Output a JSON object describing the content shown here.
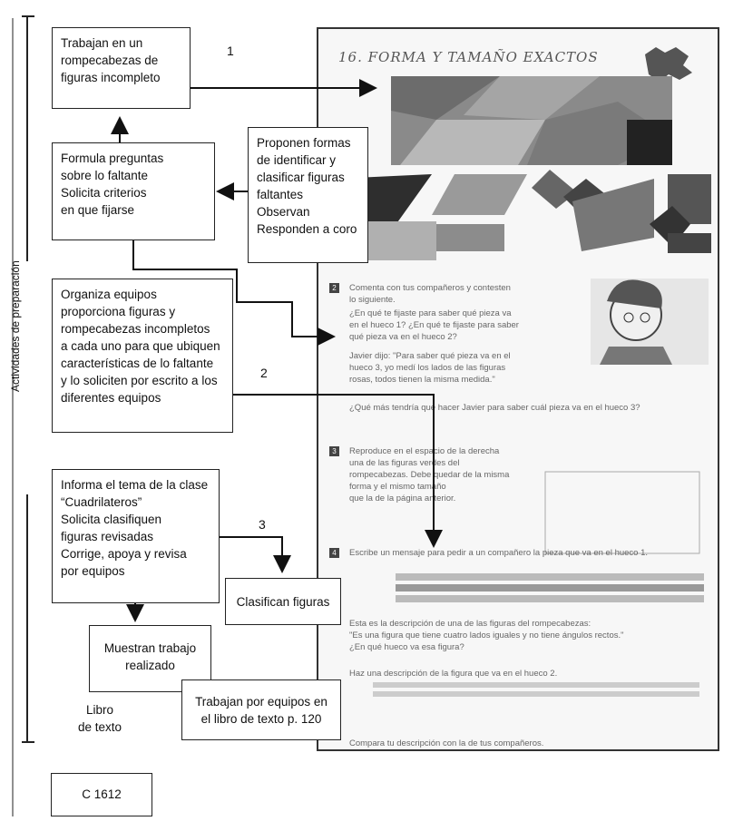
{
  "side_label": "Actividades de preparación",
  "boxes": {
    "puzzle": [
      "Trabajan en un",
      "rompecabezas de",
      "figuras incompleto"
    ],
    "formula": [
      "Formula preguntas",
      "sobre lo faltante",
      "Solicita criterios",
      "en que fijarse"
    ],
    "proponen": [
      "Proponen formas",
      "de identificar y",
      "clasificar figuras",
      "faltantes",
      "Observan",
      "Responden a coro"
    ],
    "organiza": [
      "Organiza equipos",
      "proporciona figuras y",
      "rompecabezas incompletos",
      "a cada uno para que ubiquen",
      "características de lo faltante",
      "y lo soliciten por escrito a los",
      "diferentes equipos"
    ],
    "informa": [
      "Informa el tema de la clase",
      "“Cuadrilateros”",
      "Solicita clasifiquen",
      "figuras revisadas",
      "Corrige, apoya y revisa",
      "por equipos"
    ],
    "clasifican": "Clasifican figuras",
    "muestran": [
      "Muestran trabajo",
      "realizado"
    ],
    "trabajan_libro": [
      "Trabajan por equipos en",
      "el libro de texto p. 120"
    ],
    "code": "C 1612"
  },
  "libro": [
    "Libro",
    "de texto"
  ],
  "numbers": [
    "1",
    "2",
    "3"
  ],
  "textbook": {
    "heading": "16. FORMA Y TAMAÑO EXACTOS",
    "lines": [
      "Comenta con tus compañeros y contesten",
      "lo siguiente.",
      "¿En qué te fijaste para saber qué pieza va",
      "en el hueco 1? ¿En qué te fijaste para saber",
      "qué pieza va en el hueco 2?",
      "Javier dijo: \"Para saber qué pieza va en el",
      "hueco 3, yo medí los lados de las figuras",
      "rosas, todos tienen la misma medida.\"",
      "¿Qué más tendría que hacer Javier para saber cuál pieza va en el hueco 3?",
      "Reproduce en el espacio de la derecha",
      "una de las figuras verdes del",
      "rompecabezas. Debe quedar de la misma",
      "forma y el mismo tamaño",
      "que la de la página anterior.",
      "Escribe un mensaje para pedir a un compañero la pieza que va en el hueco 1.",
      "Esta es la descripción de una de las figuras del rompecabezas:",
      "\"Es una figura que tiene cuatro lados iguales y no tiene ángulos rectos.\"",
      "¿En qué hueco va esa figura?",
      "Haz una descripción de la figura que va en el hueco 2.",
      "Compara tu descripción con la de tus compañeros."
    ],
    "section_numbers": [
      "2",
      "3",
      "4"
    ]
  }
}
